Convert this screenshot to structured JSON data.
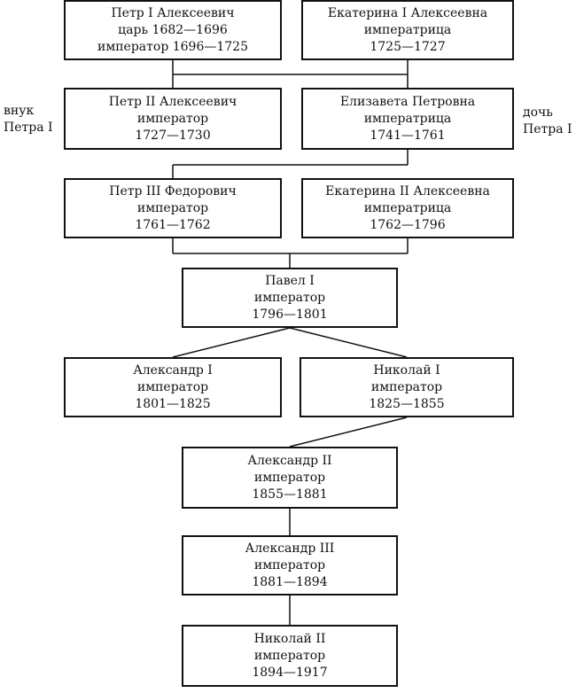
{
  "nodes": {
    "peter1": {
      "line1": "Петр I Алексеевич",
      "line2": "царь 1682—1696",
      "line3": "император 1696—1725"
    },
    "ekat1": {
      "line1": "Екатерина I Алексеевна",
      "line2": "императрица",
      "line3": "1725—1727"
    },
    "peter2": {
      "line1": "Петр II Алексеевич",
      "line2": "император",
      "line3": "1727—1730"
    },
    "elizaveta": {
      "line1": "Елизавета Петровна",
      "line2": "императрица",
      "line3": "1741—1761"
    },
    "peter3": {
      "line1": "Петр III Федорович",
      "line2": "император",
      "line3": "1761—1762"
    },
    "ekat2": {
      "line1": "Екатерина II Алексеевна",
      "line2": "императрица",
      "line3": "1762—1796"
    },
    "pavel1": {
      "line1": "Павел I",
      "line2": "император",
      "line3": "1796—1801"
    },
    "alex1": {
      "line1": "Александр I",
      "line2": "император",
      "line3": "1801—1825"
    },
    "nikolai1": {
      "line1": "Николай I",
      "line2": "император",
      "line3": "1825—1855"
    },
    "alex2": {
      "line1": "Александр II",
      "line2": "император",
      "line3": "1855—1881"
    },
    "alex3": {
      "line1": "Александр III",
      "line2": "император",
      "line3": "1881—1894"
    },
    "nikolai2": {
      "line1": "Николай II",
      "line2": "император",
      "line3": "1894—1917"
    }
  },
  "notes": {
    "left": {
      "line1": "внук",
      "line2": "Петра I"
    },
    "right": {
      "line1": "дочь",
      "line2": "Петра I"
    }
  },
  "colors": {
    "line": "#111111",
    "background": "#ffffff"
  }
}
